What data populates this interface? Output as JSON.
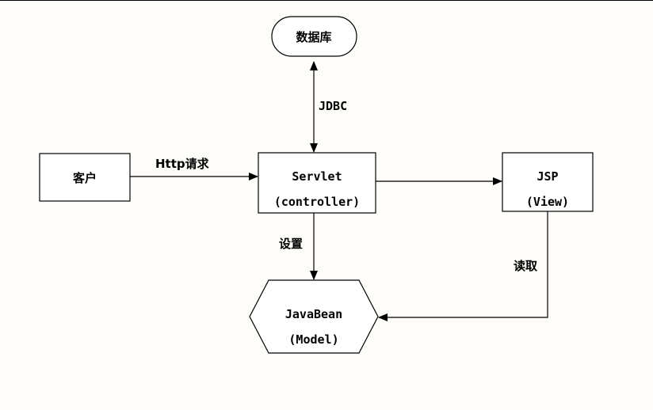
{
  "nodes": {
    "database": "数据库",
    "client": "客户",
    "servlet_line1": "Servlet",
    "servlet_line2": "(controller)",
    "jsp_line1": "JSP",
    "jsp_line2": "(View)",
    "javabean_line1": "JavaBean",
    "javabean_line2": "(Model)"
  },
  "edges": {
    "jdbc": "JDBC",
    "http_request": "Http请求",
    "set": "设置",
    "read": "读取"
  }
}
